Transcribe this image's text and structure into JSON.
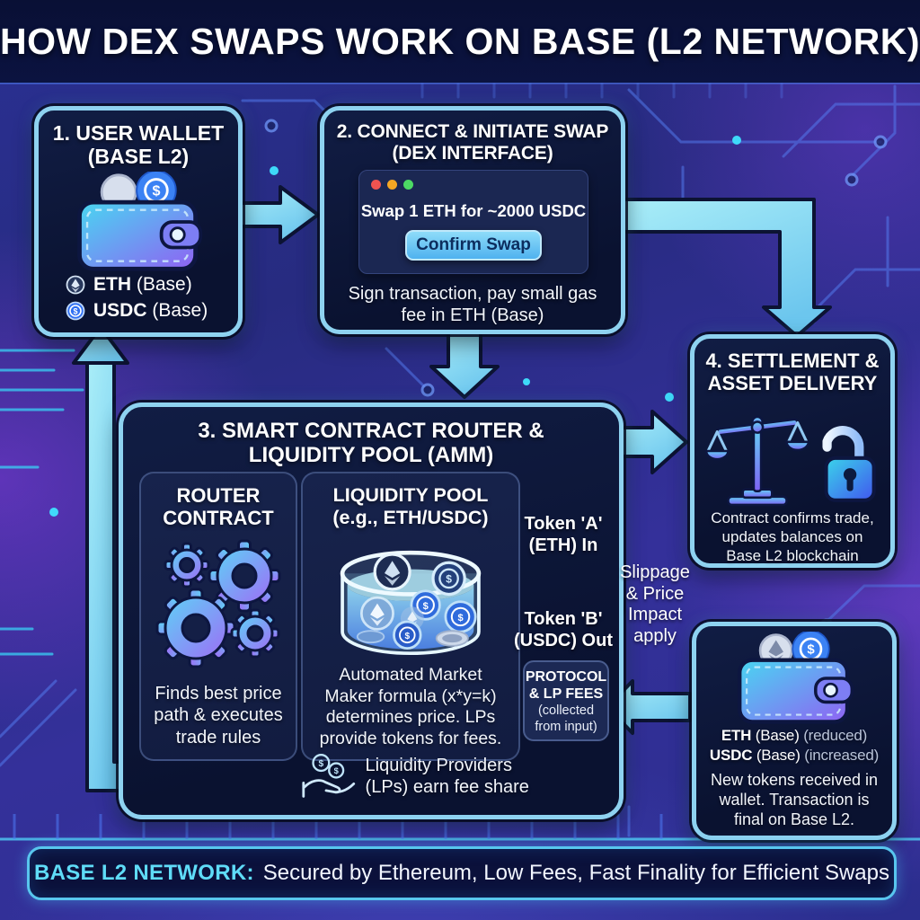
{
  "title": "HOW DEX SWAPS WORK ON BASE (L2 NETWORK)",
  "step1": {
    "title1": "1. USER WALLET",
    "title2": "(BASE L2)",
    "assets": [
      {
        "name": "ETH",
        "suffix": "(Base)"
      },
      {
        "name": "USDC",
        "suffix": "(Base)"
      }
    ]
  },
  "step2": {
    "title1": "2. CONNECT & INITIATE SWAP",
    "title2": "(DEX INTERFACE)",
    "swap_text": "Swap 1 ETH for ~2000 USDC",
    "button_label": "Confirm Swap",
    "note": "Sign transaction, pay small gas fee in ETH (Base)"
  },
  "step3": {
    "title1": "3. SMART CONTRACT ROUTER &",
    "title2": "LIQUIDITY POOL (AMM)",
    "router": {
      "title": "ROUTER CONTRACT",
      "note": "Finds best price path & executes trade rules"
    },
    "pool": {
      "title1": "LIQUIDITY POOL",
      "title2": "(e.g., ETH/USDC)",
      "note": "Automated Market Maker formula (x*y=k) determines price. LPs provide tokens for fees."
    },
    "token_in": "Token 'A' (ETH) In",
    "token_out": "Token 'B' (USDC) Out",
    "fees_title": "PROTOCOL & LP FEES",
    "fees_note": "(collected from input)",
    "lp_note": "Liquidity Providers (LPs) earn fee share"
  },
  "step4": {
    "title1": "4. SETTLEMENT &",
    "title2": "ASSET DELIVERY",
    "note": "Contract confirms trade, updates balances on Base L2 blockchain"
  },
  "slippage_note": "Slippage & Price Impact apply",
  "result": {
    "line1": {
      "token": "ETH",
      "network": "(Base)",
      "change": "(reduced)"
    },
    "line2": {
      "token": "USDC",
      "network": "(Base)",
      "change": "(increased)"
    },
    "note": "New tokens received in wallet. Transaction is final on Base L2."
  },
  "footer": {
    "label": "BASE L2 NETWORK:",
    "text": "Secured by Ethereum, Low Fees, Fast Finality for Efficient Swaps"
  },
  "icons": {
    "dollar_glyph": "$",
    "wallet": "wallet-icon",
    "eth_coin": "eth-coin-icon",
    "usdc_coin": "usdc-coin-icon",
    "gears": "gears-icon",
    "pool": "liquidity-pool-icon",
    "scales": "balance-scales-icon",
    "open_lock": "open-padlock-icon",
    "hand_coins": "hand-coins-icon",
    "window_dots": "window-traffic-lights"
  },
  "colors": {
    "background_blue": "#2b2f8c",
    "background_purple": "#5a2fae",
    "panel_fill": "#0d1838",
    "panel_border": "#8ed2f0",
    "arrow_fill": "#8fe4f4",
    "accent_cyan": "#5fdcf8",
    "button_fill": "#63c4f5",
    "button_text": "#0c2d5e",
    "banner_fill": "#0a1138",
    "text_dim": "#b9c3d8"
  }
}
